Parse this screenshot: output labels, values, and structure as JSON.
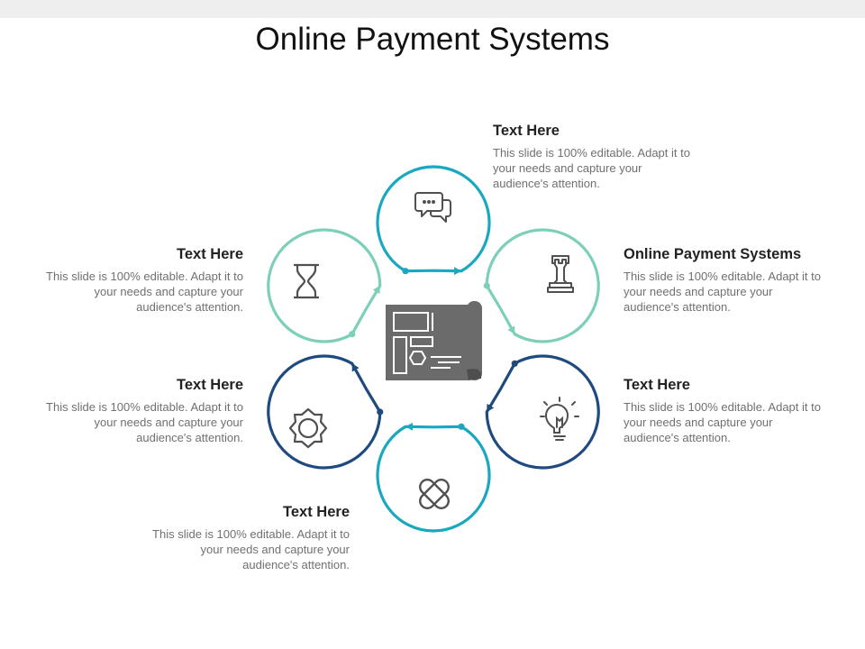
{
  "title": "Online Payment Systems",
  "colors": {
    "teal": "#1aa8c0",
    "mint": "#7ccfb8",
    "navy": "#1f4a80",
    "icon": "#505050",
    "center_fill": "#6b6b6b"
  },
  "items": [
    {
      "heading": "Text Here",
      "body": "This slide is 100% editable. Adapt it to your needs and capture your audience's attention.",
      "icon": "chat-bubbles-icon",
      "color": "teal"
    },
    {
      "heading": "Online Payment Systems",
      "body": "This slide is 100% editable. Adapt it to your needs and capture your audience's attention.",
      "icon": "chess-rook-icon",
      "color": "mint"
    },
    {
      "heading": "Text Here",
      "body": "This slide is 100% editable. Adapt it to your needs and capture your audience's attention.",
      "icon": "lightbulb-icon",
      "color": "navy"
    },
    {
      "heading": "Text Here",
      "body": "This slide is 100% editable. Adapt it to your needs and capture your audience's attention.",
      "icon": "crossed-bandage-icon",
      "color": "teal"
    },
    {
      "heading": "Text Here",
      "body": "This slide is 100% editable. Adapt it to your needs and capture your audience's attention.",
      "icon": "gear-shape-icon",
      "color": "navy"
    },
    {
      "heading": "Text Here",
      "body": "This slide is 100% editable. Adapt it to your needs and capture your audience's attention.",
      "icon": "hourglass-icon",
      "color": "mint"
    }
  ],
  "center_icon": "blueprint-icon"
}
